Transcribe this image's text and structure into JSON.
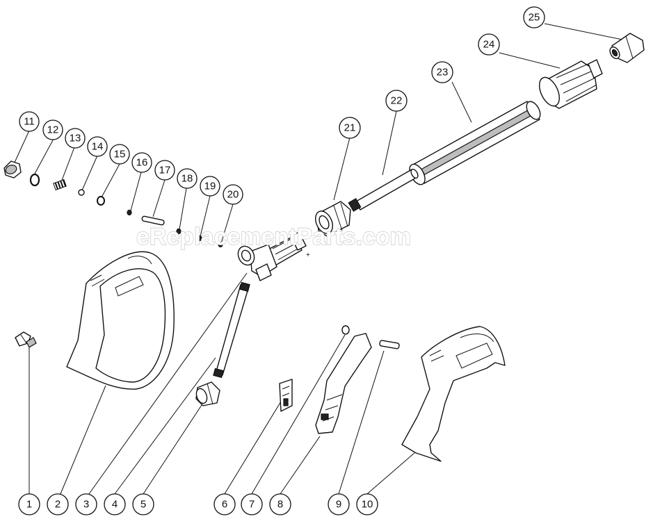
{
  "watermark": "eReplacementParts.com",
  "labels": [
    "1",
    "2",
    "3",
    "4",
    "5",
    "6",
    "7",
    "8",
    "9",
    "10",
    "11",
    "12",
    "13",
    "14",
    "15",
    "16",
    "17",
    "18",
    "19",
    "20",
    "21",
    "22",
    "23",
    "24",
    "25"
  ]
}
